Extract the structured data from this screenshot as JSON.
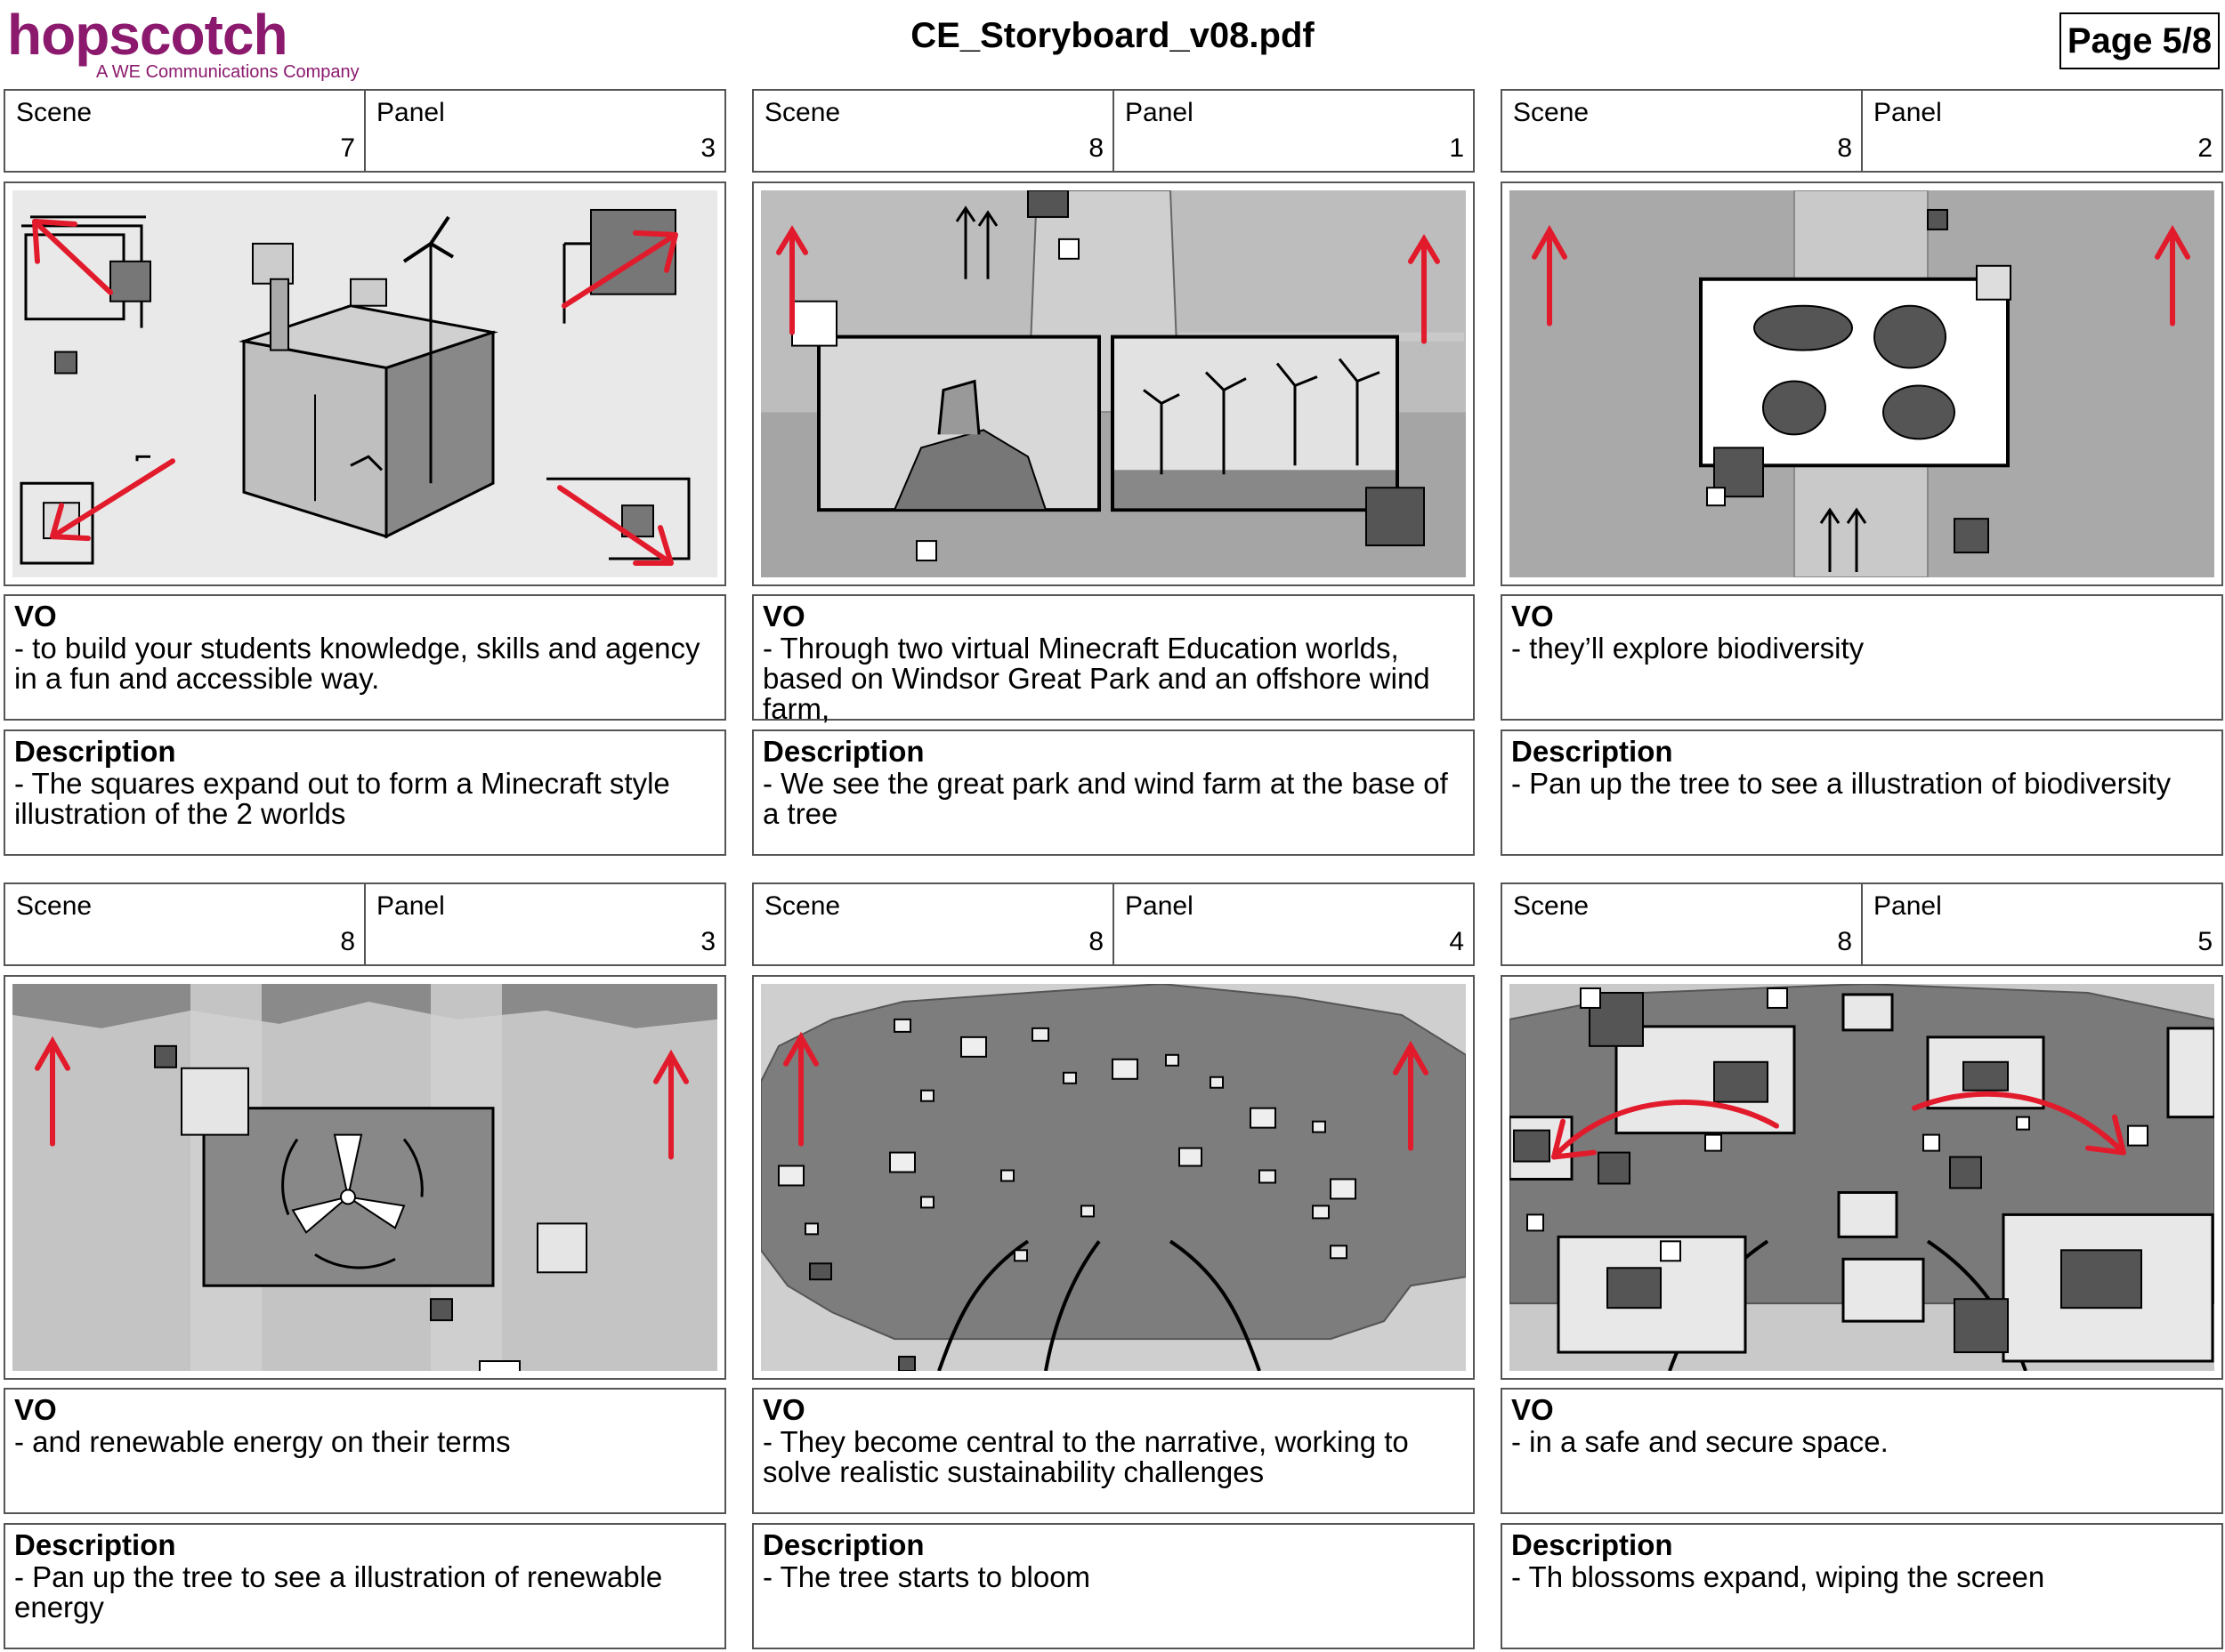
{
  "header": {
    "logo_word": "hopscotch",
    "logo_sub": "A WE Communications Company",
    "doc_title": "CE_Storyboard_v08.pdf",
    "page": "Page 5/8"
  },
  "labels": {
    "scene": "Scene",
    "panel": "Panel",
    "vo": "VO",
    "description": "Description"
  },
  "panels": [
    {
      "scene": "7",
      "panel": "3",
      "vo": "- to build your students knowledge, skills and agency in a fun and accessible way.",
      "description": "- The squares expand out to form a Minecraft style illustration of the 2 worlds"
    },
    {
      "scene": "8",
      "panel": "1",
      "vo": "- Through two virtual Minecraft Education worlds, based on Windsor Great Park and an offshore wind farm,",
      "description": "- We see the great park and wind farm at the base of a tree"
    },
    {
      "scene": "8",
      "panel": "2",
      "vo": "- they’ll explore biodiversity",
      "description": "- Pan up the tree to see a illustration of biodiversity"
    },
    {
      "scene": "8",
      "panel": "3",
      "vo": "- and renewable energy on their terms",
      "description": "- Pan up the tree to see a illustration of renewable energy"
    },
    {
      "scene": "8",
      "panel": "4",
      "vo": "- They become central to the narrative, working to solve realistic sustainability challenges",
      "description": "- The tree starts to bloom"
    },
    {
      "scene": "8",
      "panel": "5",
      "vo": "- in a safe and secure space.",
      "description": "- Th blossoms expand, wiping the screen"
    }
  ],
  "colors": {
    "brand": "#8b1a6e",
    "arrow": "#e21b2c",
    "border": "#555555"
  }
}
